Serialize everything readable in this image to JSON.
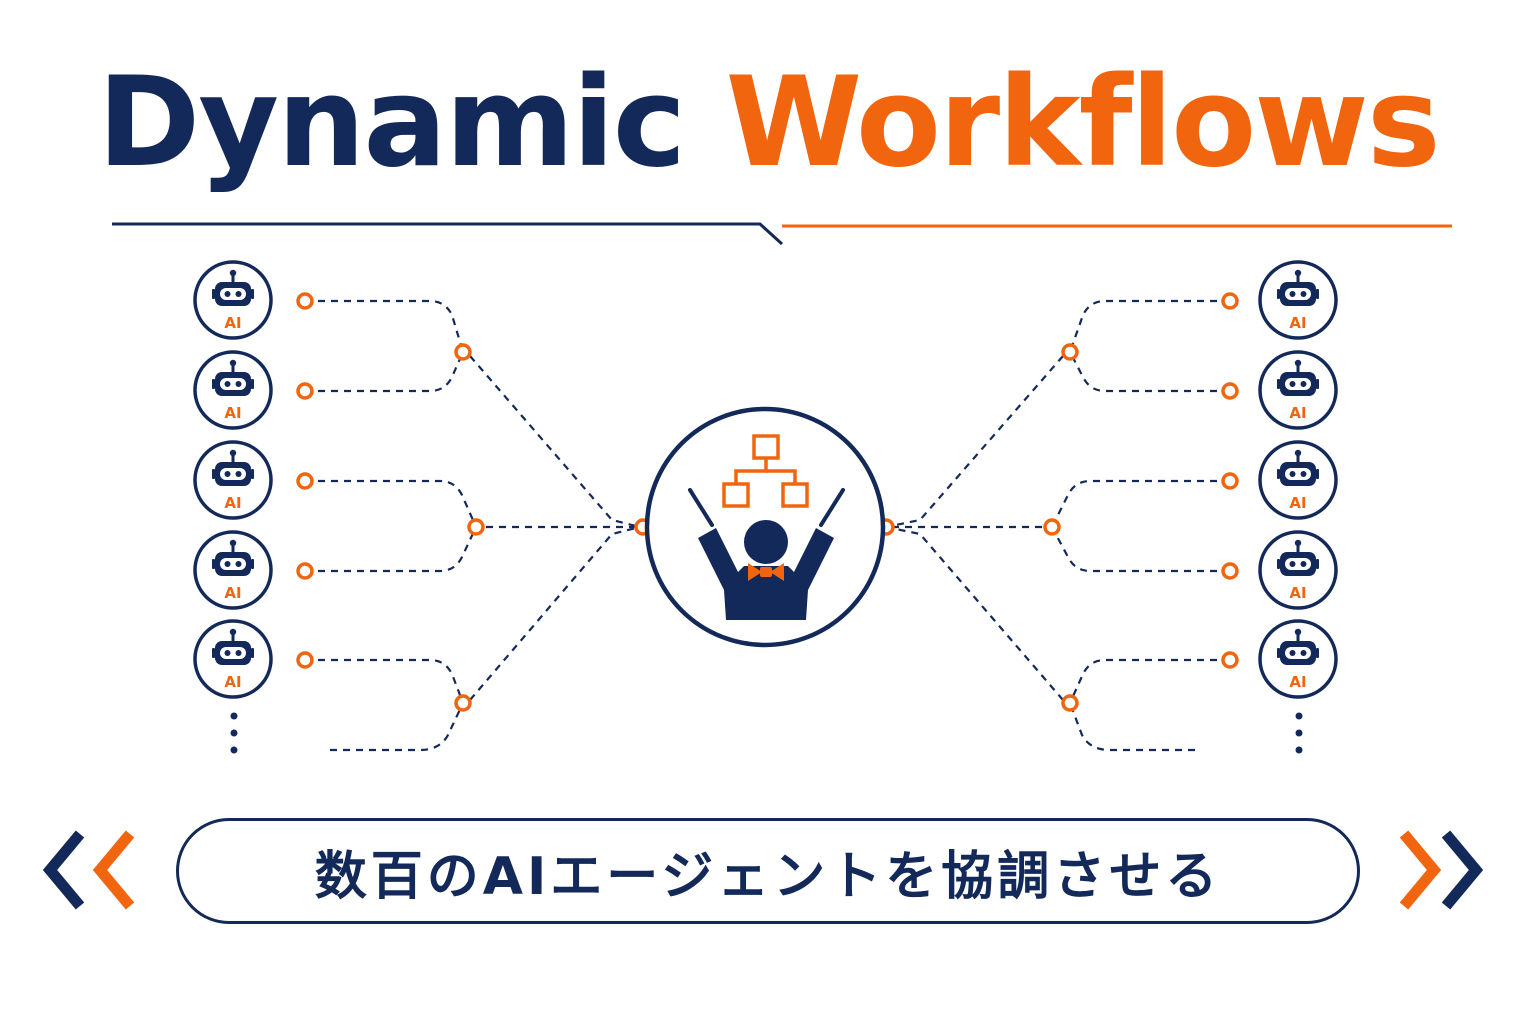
{
  "title": {
    "dark": "Dynamic",
    "accent": "Workflows"
  },
  "banner": {
    "text": "数百のAIエージェントを協調させる"
  },
  "agent_label": "AI",
  "colors": {
    "navy": "#13295a",
    "orange": "#f2650f",
    "background": "#ffffff"
  },
  "icons": {
    "agent": "robot-icon",
    "center": "conductor-icon",
    "workflow": "flowchart-icon",
    "left_arrows": "double-chevron-left-icon",
    "right_arrows": "double-chevron-right-icon"
  }
}
